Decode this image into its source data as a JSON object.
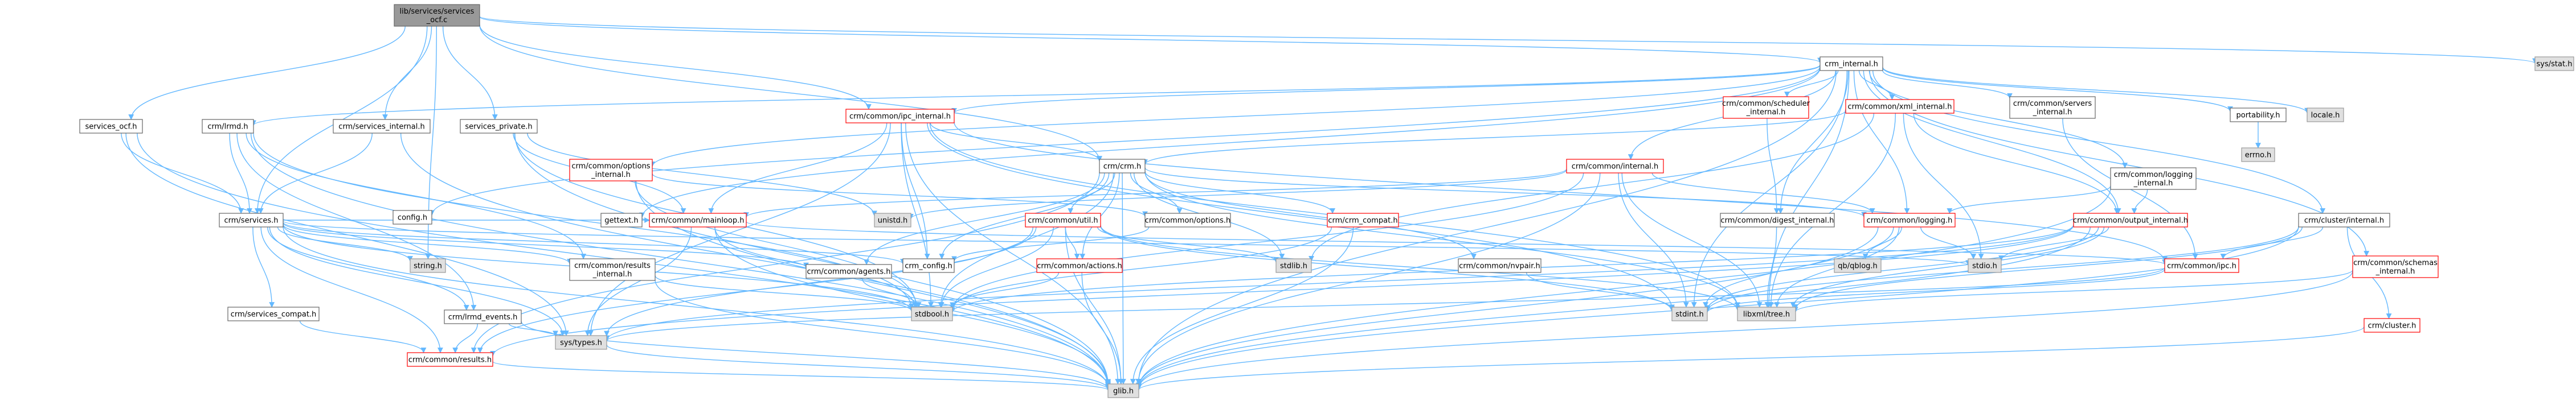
{
  "nodes": [
    {
      "id": "services_ocf_c",
      "lines": [
        "lib/services/services",
        "_ocf.c"
      ],
      "style": "root"
    },
    {
      "id": "crm_internal_h",
      "lines": [
        "crm_internal.h"
      ],
      "style": "plain"
    },
    {
      "id": "sys_stat_h",
      "lines": [
        "sys/stat.h"
      ],
      "style": "sys"
    },
    {
      "id": "services_ocf_h",
      "lines": [
        "services_ocf.h"
      ],
      "style": "plain"
    },
    {
      "id": "crm_lrmd_h",
      "lines": [
        "crm/lrmd.h"
      ],
      "style": "plain"
    },
    {
      "id": "crm_services_internal_h",
      "lines": [
        "crm/services_internal.h"
      ],
      "style": "plain"
    },
    {
      "id": "services_private_h",
      "lines": [
        "services_private.h"
      ],
      "style": "plain"
    },
    {
      "id": "crm_common_options_internal_h",
      "lines": [
        "crm/common/options",
        "_internal.h"
      ],
      "style": "red"
    },
    {
      "id": "crm_common_ipc_internal_h",
      "lines": [
        "crm/common/ipc_internal.h"
      ],
      "style": "red"
    },
    {
      "id": "crm_common_scheduler_internal_h",
      "lines": [
        "crm/common/scheduler",
        "_internal.h"
      ],
      "style": "red"
    },
    {
      "id": "crm_common_xml_internal_h",
      "lines": [
        "crm/common/xml_internal.h"
      ],
      "style": "red"
    },
    {
      "id": "crm_common_servers_internal_h",
      "lines": [
        "crm/common/servers",
        "_internal.h"
      ],
      "style": "plain"
    },
    {
      "id": "portability_h",
      "lines": [
        "portability.h"
      ],
      "style": "plain"
    },
    {
      "id": "locale_h",
      "lines": [
        "locale.h"
      ],
      "style": "sys"
    },
    {
      "id": "errno_h",
      "lines": [
        "errno.h"
      ],
      "style": "sys"
    },
    {
      "id": "crm_common_logging_internal_h",
      "lines": [
        "crm/common/logging",
        "_internal.h"
      ],
      "style": "plain"
    },
    {
      "id": "crm_common_internal_h",
      "lines": [
        "crm/common/internal.h"
      ],
      "style": "red"
    },
    {
      "id": "crm_crm_h",
      "lines": [
        "crm/crm.h"
      ],
      "style": "plain"
    },
    {
      "id": "crm_services_h",
      "lines": [
        "crm/services.h"
      ],
      "style": "plain"
    },
    {
      "id": "config_h",
      "lines": [
        "config.h"
      ],
      "style": "plain"
    },
    {
      "id": "gettext_h",
      "lines": [
        "gettext.h"
      ],
      "style": "plain"
    },
    {
      "id": "crm_common_mainloop_h",
      "lines": [
        "crm/common/mainloop.h"
      ],
      "style": "red"
    },
    {
      "id": "unistd_h",
      "lines": [
        "unistd.h"
      ],
      "style": "sys"
    },
    {
      "id": "crm_common_util_h",
      "lines": [
        "crm/common/util.h"
      ],
      "style": "red"
    },
    {
      "id": "crm_common_options_h",
      "lines": [
        "crm/common/options.h"
      ],
      "style": "plain"
    },
    {
      "id": "crm_crm_compat_h",
      "lines": [
        "crm/crm_compat.h"
      ],
      "style": "red"
    },
    {
      "id": "crm_common_digest_internal_h",
      "lines": [
        "crm/common/digest_internal.h"
      ],
      "style": "plain"
    },
    {
      "id": "crm_common_logging_h",
      "lines": [
        "crm/common/logging.h"
      ],
      "style": "red"
    },
    {
      "id": "crm_common_output_internal_h",
      "lines": [
        "crm/common/output_internal.h"
      ],
      "style": "red"
    },
    {
      "id": "crm_cluster_internal_h",
      "lines": [
        "crm/cluster/internal.h"
      ],
      "style": "plain"
    },
    {
      "id": "crm_common_schemas_internal_h",
      "lines": [
        "crm/common/schemas",
        "_internal.h"
      ],
      "style": "red"
    },
    {
      "id": "crm_cluster_h",
      "lines": [
        "crm/cluster.h"
      ],
      "style": "red"
    },
    {
      "id": "string_h",
      "lines": [
        "string.h"
      ],
      "style": "sys"
    },
    {
      "id": "crm_common_results_internal_h",
      "lines": [
        "crm/common/results",
        "_internal.h"
      ],
      "style": "plain"
    },
    {
      "id": "crm_common_agents_h",
      "lines": [
        "crm/common/agents.h"
      ],
      "style": "plain"
    },
    {
      "id": "crm_config_h",
      "lines": [
        "crm_config.h"
      ],
      "style": "plain"
    },
    {
      "id": "crm_common_actions_h",
      "lines": [
        "crm/common/actions.h"
      ],
      "style": "red"
    },
    {
      "id": "stdlib_h",
      "lines": [
        "stdlib.h"
      ],
      "style": "sys"
    },
    {
      "id": "crm_common_nvpair_h",
      "lines": [
        "crm/common/nvpair.h"
      ],
      "style": "plain"
    },
    {
      "id": "qb_qblog_h",
      "lines": [
        "qb/qblog.h"
      ],
      "style": "sys"
    },
    {
      "id": "stdio_h",
      "lines": [
        "stdio.h"
      ],
      "style": "sys"
    },
    {
      "id": "crm_common_ipc_h",
      "lines": [
        "crm/common/ipc.h"
      ],
      "style": "red"
    },
    {
      "id": "crm_services_compat_h",
      "lines": [
        "crm/services_compat.h"
      ],
      "style": "plain"
    },
    {
      "id": "crm_lrmd_events_h",
      "lines": [
        "crm/lrmd_events.h"
      ],
      "style": "plain"
    },
    {
      "id": "stdbool_h",
      "lines": [
        "stdbool.h"
      ],
      "style": "sys"
    },
    {
      "id": "stdint_h",
      "lines": [
        "stdint.h"
      ],
      "style": "sys"
    },
    {
      "id": "libxml_tree_h",
      "lines": [
        "libxml/tree.h"
      ],
      "style": "sys"
    },
    {
      "id": "crm_common_results_h",
      "lines": [
        "crm/common/results.h"
      ],
      "style": "red"
    },
    {
      "id": "sys_types_h",
      "lines": [
        "sys/types.h"
      ],
      "style": "sys"
    },
    {
      "id": "glib_h",
      "lines": [
        "glib.h"
      ],
      "style": "sys"
    }
  ],
  "edges": [
    [
      "services_ocf_c",
      "crm_internal_h"
    ],
    [
      "services_ocf_c",
      "sys_stat_h"
    ],
    [
      "services_ocf_c",
      "services_ocf_h"
    ],
    [
      "services_ocf_c",
      "crm_services_h"
    ],
    [
      "services_ocf_c",
      "crm_services_internal_h"
    ],
    [
      "services_ocf_c",
      "services_private_h"
    ],
    [
      "services_ocf_c",
      "crm_common_ipc_internal_h"
    ],
    [
      "services_ocf_c",
      "crm_crm_h"
    ],
    [
      "services_ocf_c",
      "string_h"
    ],
    [
      "crm_internal_h",
      "config_h"
    ],
    [
      "crm_internal_h",
      "portability_h"
    ],
    [
      "crm_internal_h",
      "locale_h"
    ],
    [
      "crm_internal_h",
      "gettext_h"
    ],
    [
      "crm_internal_h",
      "glib_h"
    ],
    [
      "crm_internal_h",
      "crm_common_logging_h"
    ],
    [
      "crm_internal_h",
      "crm_common_logging_internal_h"
    ],
    [
      "crm_internal_h",
      "crm_common_ipc_internal_h"
    ],
    [
      "crm_internal_h",
      "crm_common_options_internal_h"
    ],
    [
      "crm_internal_h",
      "crm_common_output_internal_h"
    ],
    [
      "crm_internal_h",
      "crm_common_xml_internal_h"
    ],
    [
      "crm_internal_h",
      "crm_common_internal_h"
    ],
    [
      "crm_internal_h",
      "crm_common_digest_internal_h"
    ],
    [
      "crm_internal_h",
      "crm_common_scheduler_internal_h"
    ],
    [
      "crm_internal_h",
      "crm_common_schemas_internal_h"
    ],
    [
      "crm_internal_h",
      "crm_common_servers_internal_h"
    ],
    [
      "crm_internal_h",
      "crm_cluster_internal_h"
    ],
    [
      "crm_internal_h",
      "crm_lrmd_h"
    ],
    [
      "crm_internal_h",
      "libxml_tree_h"
    ],
    [
      "crm_internal_h",
      "stdint_h"
    ],
    [
      "services_ocf_h",
      "glib_h"
    ],
    [
      "services_ocf_h",
      "crm_services_h"
    ],
    [
      "services_ocf_h",
      "sys_types_h"
    ],
    [
      "crm_lrmd_h",
      "crm_services_h"
    ],
    [
      "crm_lrmd_h",
      "crm_lrmd_events_h"
    ],
    [
      "crm_lrmd_h",
      "glib_h"
    ],
    [
      "crm_lrmd_h",
      "stdbool_h"
    ],
    [
      "crm_lrmd_h",
      "crm_common_results_internal_h"
    ],
    [
      "crm_services_internal_h",
      "crm_services_h"
    ],
    [
      "crm_services_internal_h",
      "glib_h"
    ],
    [
      "services_private_h",
      "glib_h"
    ],
    [
      "services_private_h",
      "crm_common_mainloop_h"
    ],
    [
      "services_private_h",
      "unistd_h"
    ],
    [
      "services_private_h",
      "stdbool_h"
    ],
    [
      "crm_common_options_internal_h",
      "glib_h"
    ],
    [
      "crm_common_options_internal_h",
      "stdbool_h"
    ],
    [
      "crm_common_options_internal_h",
      "crm_common_options_h"
    ],
    [
      "crm_common_ipc_internal_h",
      "crm_crm_h"
    ],
    [
      "crm_common_ipc_internal_h",
      "crm_common_mainloop_h"
    ],
    [
      "crm_common_ipc_internal_h",
      "crm_common_ipc_h"
    ],
    [
      "crm_common_ipc_internal_h",
      "crm_config_h"
    ],
    [
      "crm_common_ipc_internal_h",
      "libxml_tree_h"
    ],
    [
      "crm_common_ipc_internal_h",
      "glib_h"
    ],
    [
      "crm_common_ipc_internal_h",
      "stdbool_h"
    ],
    [
      "crm_common_ipc_internal_h",
      "stdint_h"
    ],
    [
      "crm_common_ipc_internal_h",
      "sys_types_h"
    ],
    [
      "crm_common_scheduler_internal_h",
      "crm_common_digest_internal_h"
    ],
    [
      "crm_common_xml_internal_h",
      "crm_crm_h"
    ],
    [
      "crm_common_xml_internal_h",
      "crm_common_output_internal_h"
    ],
    [
      "crm_common_xml_internal_h",
      "stdlib_h"
    ],
    [
      "crm_common_xml_internal_h",
      "stdio_h"
    ],
    [
      "crm_common_xml_internal_h",
      "libxml_tree_h"
    ],
    [
      "crm_common_servers_internal_h",
      "crm_common_ipc_h"
    ],
    [
      "portability_h",
      "errno_h"
    ],
    [
      "crm_common_logging_internal_h",
      "glib_h"
    ],
    [
      "crm_common_logging_internal_h",
      "crm_common_logging_h"
    ],
    [
      "crm_common_logging_internal_h",
      "crm_common_output_internal_h"
    ],
    [
      "crm_common_internal_h",
      "unistd_h"
    ],
    [
      "crm_common_internal_h",
      "glib_h"
    ],
    [
      "crm_common_internal_h",
      "libxml_tree_h"
    ],
    [
      "crm_common_internal_h",
      "crm_common_logging_h"
    ],
    [
      "crm_common_internal_h",
      "crm_common_mainloop_h"
    ],
    [
      "crm_common_internal_h",
      "stdint_h"
    ],
    [
      "crm_common_internal_h",
      "stdbool_h"
    ],
    [
      "crm_crm_h",
      "crm_config_h"
    ],
    [
      "crm_crm_h",
      "stdlib_h"
    ],
    [
      "crm_crm_h",
      "glib_h"
    ],
    [
      "crm_crm_h",
      "stdbool_h"
    ],
    [
      "crm_crm_h",
      "libxml_tree_h"
    ],
    [
      "crm_crm_h",
      "crm_common_options_h"
    ],
    [
      "crm_crm_h",
      "crm_common_util_h"
    ],
    [
      "crm_crm_h",
      "crm_crm_compat_h"
    ],
    [
      "crm_crm_h",
      "crm_common_logging_h"
    ],
    [
      "crm_crm_h",
      "crm_common_results_h"
    ],
    [
      "crm_crm_h",
      "crm_common_nvpair_h"
    ],
    [
      "crm_crm_h",
      "crm_common_agents_h"
    ],
    [
      "crm_crm_h",
      "crm_common_actions_h"
    ],
    [
      "crm_services_h",
      "glib_h"
    ],
    [
      "crm_services_h",
      "stdio_h"
    ],
    [
      "crm_services_h",
      "string_h"
    ],
    [
      "crm_services_h",
      "stdbool_h"
    ],
    [
      "crm_services_h",
      "sys_types_h"
    ],
    [
      "crm_services_h",
      "crm_config_h"
    ],
    [
      "crm_services_h",
      "crm_common_agents_h"
    ],
    [
      "crm_services_h",
      "crm_common_results_h"
    ],
    [
      "crm_services_h",
      "crm_services_compat_h"
    ],
    [
      "crm_services_h",
      "crm_common_mainloop_h"
    ],
    [
      "crm_services_h",
      "crm_common_results_internal_h"
    ],
    [
      "crm_services_h",
      "crm_lrmd_events_h"
    ],
    [
      "crm_common_mainloop_h",
      "glib_h"
    ],
    [
      "crm_common_mainloop_h",
      "stdbool_h"
    ],
    [
      "crm_common_mainloop_h",
      "sys_types_h"
    ],
    [
      "crm_common_mainloop_h",
      "crm_common_ipc_h"
    ],
    [
      "crm_common_util_h",
      "sys_types_h"
    ],
    [
      "crm_common_util_h",
      "stdlib_h"
    ],
    [
      "crm_common_util_h",
      "stdbool_h"
    ],
    [
      "crm_common_util_h",
      "stdint_h"
    ],
    [
      "crm_common_util_h",
      "glib_h"
    ],
    [
      "crm_common_util_h",
      "libxml_tree_h"
    ],
    [
      "crm_common_util_h",
      "crm_common_actions_h"
    ],
    [
      "crm_common_util_h",
      "crm_common_results_h"
    ],
    [
      "crm_common_options_h",
      "crm_config_h"
    ],
    [
      "crm_crm_compat_h",
      "glib_h"
    ],
    [
      "crm_crm_compat_h",
      "stdbool_h"
    ],
    [
      "crm_common_digest_internal_h",
      "libxml_tree_h"
    ],
    [
      "crm_common_logging_h",
      "stdio_h"
    ],
    [
      "crm_common_logging_h",
      "glib_h"
    ],
    [
      "crm_common_logging_h",
      "qb_qblog_h"
    ],
    [
      "crm_common_logging_h",
      "libxml_tree_h"
    ],
    [
      "crm_common_logging_h",
      "stdint_h"
    ],
    [
      "crm_common_output_internal_h",
      "stdbool_h"
    ],
    [
      "crm_common_output_internal_h",
      "stdint_h"
    ],
    [
      "crm_common_output_internal_h",
      "stdio_h"
    ],
    [
      "crm_common_output_internal_h",
      "libxml_tree_h"
    ],
    [
      "crm_common_output_internal_h",
      "glib_h"
    ],
    [
      "crm_common_output_internal_h",
      "sys_types_h"
    ],
    [
      "crm_common_output_internal_h",
      "crm_common_results_h"
    ],
    [
      "crm_cluster_internal_h",
      "stdint_h"
    ],
    [
      "crm_cluster_internal_h",
      "glib_h"
    ],
    [
      "crm_cluster_internal_h",
      "crm_common_ipc_h"
    ],
    [
      "crm_cluster_internal_h",
      "crm_cluster_h"
    ],
    [
      "crm_cluster_internal_h",
      "libxml_tree_h"
    ],
    [
      "crm_common_schemas_internal_h",
      "glib_h"
    ],
    [
      "crm_common_schemas_internal_h",
      "libxml_tree_h"
    ],
    [
      "crm_cluster_h",
      "glib_h"
    ],
    [
      "crm_common_results_internal_h",
      "glib_h"
    ],
    [
      "crm_common_results_internal_h",
      "stdbool_h"
    ],
    [
      "crm_common_agents_h",
      "stdbool_h"
    ],
    [
      "crm_common_actions_h",
      "stdbool_h"
    ],
    [
      "crm_common_actions_h",
      "glib_h"
    ],
    [
      "crm_common_nvpair_h",
      "stdint_h"
    ],
    [
      "crm_common_ipc_h",
      "stdint_h"
    ],
    [
      "crm_common_ipc_h",
      "sys_types_h"
    ],
    [
      "crm_services_compat_h",
      "crm_common_results_h"
    ],
    [
      "crm_lrmd_events_h",
      "glib_h"
    ],
    [
      "crm_lrmd_events_h",
      "sys_types_h"
    ],
    [
      "crm_lrmd_events_h",
      "crm_common_results_h"
    ],
    [
      "crm_common_results_h",
      "glib_h"
    ],
    [
      "sys_types_h",
      "glib_h"
    ]
  ],
  "colors": {
    "edge": "#63b8ff",
    "root_fill": "#999999",
    "sys_fill": "#e0e0e0",
    "red_border": "#ff0000"
  }
}
